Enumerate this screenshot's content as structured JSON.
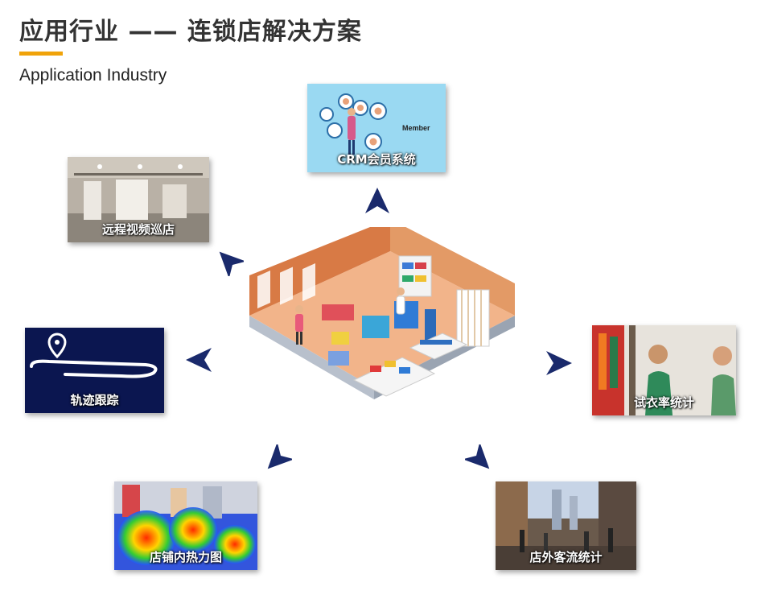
{
  "header": {
    "title": "应用行业 —— 连锁店解决方案",
    "subtitle": "Application Industry"
  },
  "cards": {
    "crm": {
      "label": "CRM会员系统",
      "badge": "Member"
    },
    "video": {
      "label": "远程视频巡店"
    },
    "track": {
      "label": "轨迹跟踪"
    },
    "fitting": {
      "label": "试衣率统计"
    },
    "heatmap": {
      "label": "店铺内热力图"
    },
    "traffic": {
      "label": "店外客流统计"
    }
  },
  "colors": {
    "accent": "#f0a30a",
    "arrow": "#1a2a6c",
    "track_bg": "#0b1650"
  }
}
